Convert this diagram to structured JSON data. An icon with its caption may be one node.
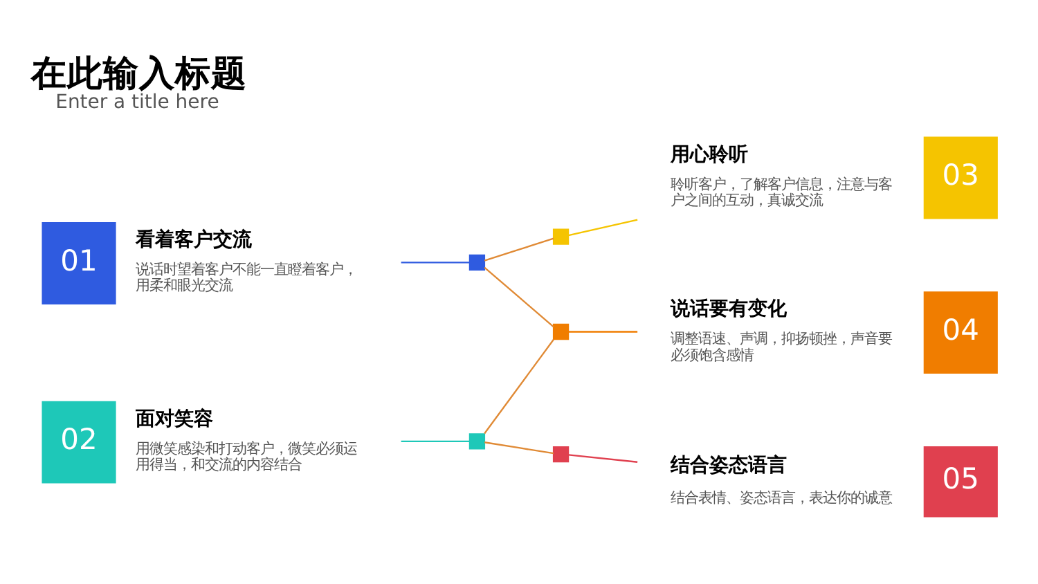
{
  "diagram": {
    "title": "在此输入标题",
    "caption": "Enter a title here",
    "nodes": [
      {
        "text": [
          "01"
        ],
        "beside": [
          "看着客户交流",
          "说话时望着客户不能一直瞪着客户，用柔和眼光交流"
        ]
      },
      {
        "text": [],
        "shape": "box"
      },
      {
        "text": [
          "02"
        ],
        "beside": [
          "面对笑容",
          "用微笑感染和打动客户，微笑必须运用得当，和交流的内容结合"
        ]
      },
      {
        "text": [],
        "shape": "box"
      },
      {
        "text": [],
        "shape": "box"
      },
      {
        "text": [
          "03"
        ],
        "beside": [
          "用心聆听",
          "聆听客户，了解客户信息，注意与客户之间的互动，真诚交流"
        ]
      },
      {
        "text": [],
        "shape": "box"
      },
      {
        "text": [
          "04"
        ],
        "beside": [
          "说话要有变化",
          "调整语速、声调，抑扬顿挫，声音要必须饱含感情"
        ]
      },
      {
        "text": [],
        "shape": "box"
      },
      {
        "text": [
          "05"
        ],
        "beside": [
          "结合姿态语言",
          "结合表情、姿态语言，表达你的诚意"
        ]
      }
    ],
    "edges": [
      {
        "from": 0,
        "to": 1,
        "arrow": "none",
        "color": "#2f5be0"
      },
      {
        "from": 2,
        "to": 3,
        "arrow": "none",
        "color": "#1ec8b8"
      },
      {
        "from": 1,
        "to": 4,
        "arrow": "none",
        "color": "#e08a35"
      },
      {
        "from": 1,
        "to": 6,
        "arrow": "none",
        "color": "#e08a35"
      },
      {
        "from": 3,
        "to": 6,
        "arrow": "none",
        "color": "#e08a35"
      },
      {
        "from": 3,
        "to": 8,
        "arrow": "none",
        "color": "#e08a35"
      },
      {
        "from": 4,
        "to": 5,
        "arrow": "none",
        "color": "#f5c400"
      },
      {
        "from": 6,
        "to": 7,
        "arrow": "none",
        "color": "#f07d00"
      },
      {
        "from": 8,
        "to": 9,
        "arrow": "none",
        "color": "#e0404f"
      }
    ]
  }
}
